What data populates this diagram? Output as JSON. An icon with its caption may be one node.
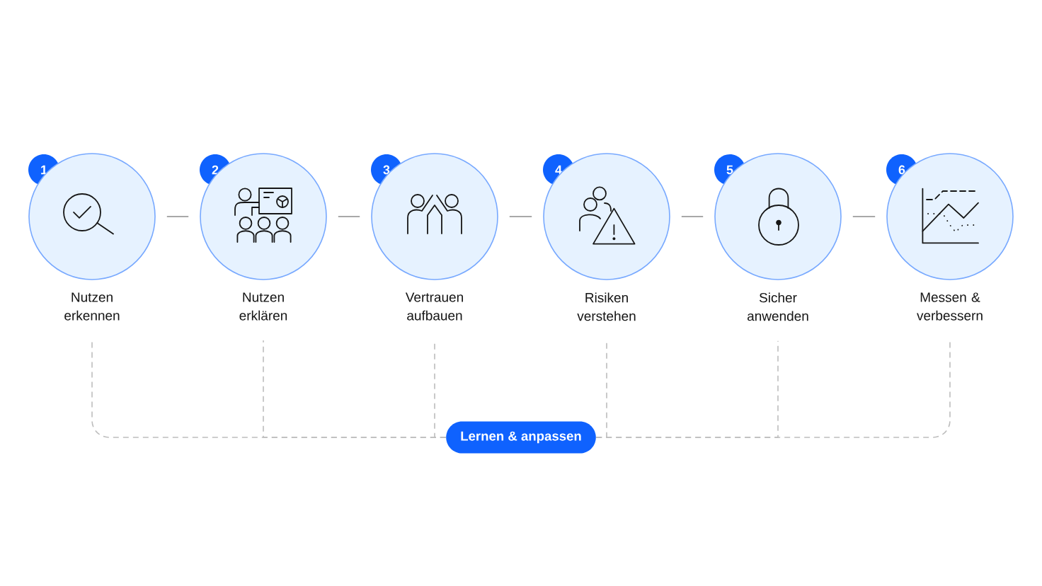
{
  "diagram": {
    "nodes": [
      {
        "text": [
          "1"
        ]
      },
      {
        "text": [
          "Nutzen erkennen"
        ]
      },
      {
        "text": [
          "2"
        ]
      },
      {
        "text": [
          "Nutzen erklären"
        ]
      },
      {
        "text": [
          "3"
        ]
      },
      {
        "text": [
          "Vertrauen aufbauen"
        ]
      },
      {
        "text": [
          "4"
        ]
      },
      {
        "text": [
          "Risiken verstehen"
        ]
      },
      {
        "text": [
          "5"
        ]
      },
      {
        "text": [
          "Sicher anwenden"
        ]
      },
      {
        "text": [
          "6"
        ]
      },
      {
        "text": [
          "Messen & verbessern"
        ]
      },
      {
        "text": [
          "Lernen & anpassen"
        ]
      }
    ],
    "edges": [
      {
        "from": 1,
        "to": 3,
        "arrow": "none"
      },
      {
        "from": 3,
        "to": 5,
        "arrow": "none"
      },
      {
        "from": 5,
        "to": 7,
        "arrow": "none"
      },
      {
        "from": 7,
        "to": 9,
        "arrow": "none"
      },
      {
        "from": 9,
        "to": 11,
        "arrow": "none"
      },
      {
        "from": 1,
        "to": 12,
        "arrow": "none",
        "style": "dashed"
      },
      {
        "from": 3,
        "to": 12,
        "arrow": "none",
        "style": "dashed"
      },
      {
        "from": 5,
        "to": 12,
        "arrow": "none",
        "style": "dashed"
      },
      {
        "from": 7,
        "to": 12,
        "arrow": "none",
        "style": "dashed"
      },
      {
        "from": 9,
        "to": 12,
        "arrow": "none",
        "style": "dashed"
      },
      {
        "from": 11,
        "to": 12,
        "arrow": "none",
        "style": "dashed"
      }
    ]
  }
}
